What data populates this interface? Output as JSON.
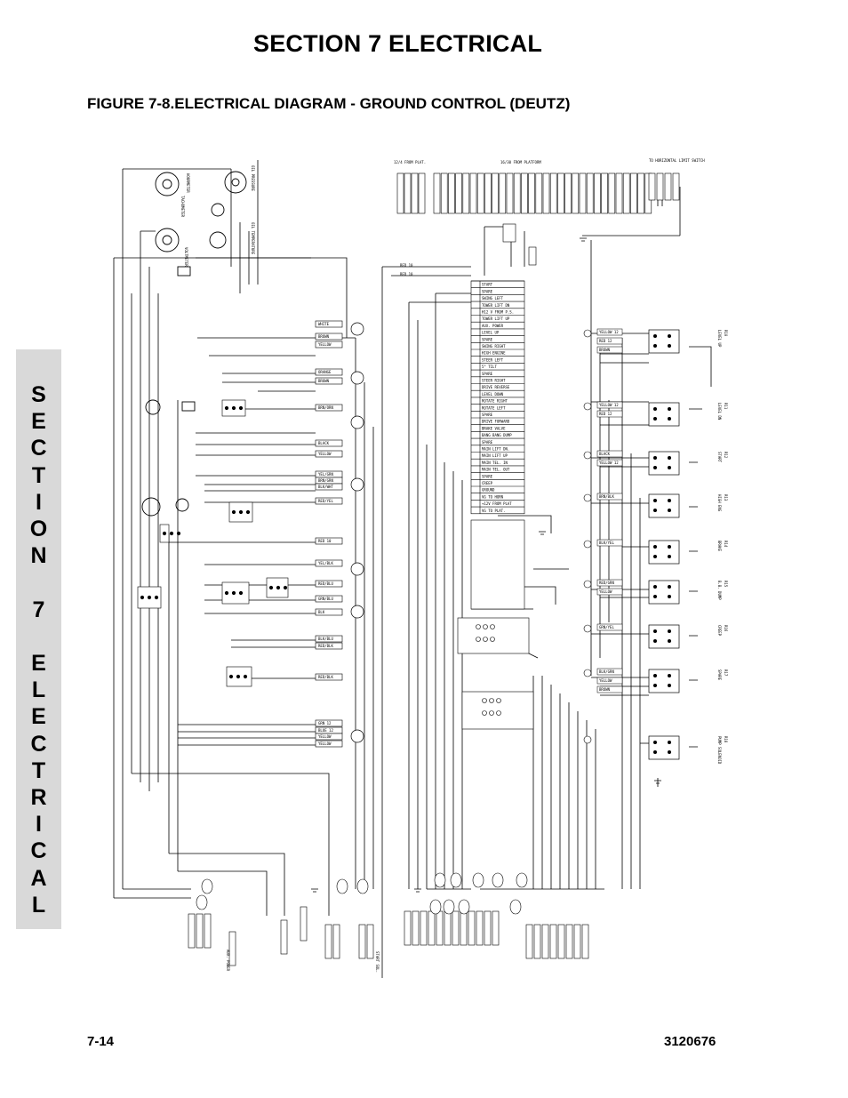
{
  "header": {
    "section_title": "SECTION 7    ELECTRICAL",
    "figure_title": "FIGURE 7-8.ELECTRICAL DIAGRAM - GROUND CONTROL (DEUTZ)"
  },
  "side_tab": {
    "letters": [
      "S",
      "E",
      "C",
      "T",
      "I",
      "O",
      "N",
      "",
      "7",
      "",
      "E",
      "L",
      "E",
      "C",
      "T",
      "R",
      "I",
      "C",
      "A",
      "L"
    ]
  },
  "footer": {
    "page_number": "7-14",
    "document_number": "3120676"
  },
  "diagram": {
    "top_left_labels": {
      "twelve_four_from_plat": "12/4 FROM PLAT.",
      "sixteen_thirty_from_platform": "16/30 FROM PLATFORM",
      "to_horizontal_limit_switch": "TO HORIZONTAL LIMIT SWITCH"
    },
    "terminal_strip": [
      "START",
      "SPARE",
      "SWING LEFT",
      "TOWER LIFT DN",
      "H12 V FROM P.S.",
      "TOWER LIFT UP",
      "AUX. POWER",
      "LEVEL UP",
      "SPARE",
      "SWING RIGHT",
      "HIGH ENGINE",
      "STEER LEFT",
      "5° TILT",
      "SPARE",
      "STEER RIGHT",
      "DRIVE REVERSE",
      "LEVEL DOWN",
      "ROTATE RIGHT",
      "ROTATE LEFT",
      "SPARE",
      "DRIVE FORWARD",
      "BRAKE VALVE",
      "BANG BANG DUMP",
      "SPARE",
      "MAIN LIFT DN.",
      "MAIN LIFT UP",
      "MAIN TEL. IN",
      "MAIN TEL. OUT",
      "SPARE",
      "CREEP",
      "GROUND",
      "VG TO HORN",
      "+12V FROM PLAT",
      "VG TO PLAT."
    ],
    "left_wires": [
      "WHITE",
      "BROWN",
      "YELLOW",
      "ORANGE",
      "BROWN",
      "BRN/ORN",
      "BLACK",
      "YELLOW",
      "YEL/GRN",
      "BRN/GRN",
      "BLK/WHT",
      "RED/YEL",
      "RED 10",
      "YEL/BLK",
      "RED/BLU",
      "GRN/BLU",
      "BLK",
      "BLK/BLU",
      "RED/BLK",
      "RED/BLK",
      "GRN 12",
      "BLUE 12",
      "YELLOW",
      "YELLOW"
    ],
    "right_relays": [
      {
        "id": "R10",
        "wires": [
          "YELLOW 12",
          "RED 12",
          "BROWN"
        ],
        "function": "LEVEL UP"
      },
      {
        "id": "R11",
        "wires": [
          "YELLOW 12",
          "RED 12"
        ],
        "function": "LEVEL DN"
      },
      {
        "id": "R12",
        "wires": [
          "BLACK",
          "YELLOW 12"
        ],
        "function": "START"
      },
      {
        "id": "R13",
        "wires": [
          "BRN/BLK"
        ],
        "function": "HIGH ENG"
      },
      {
        "id": "R14",
        "wires": [
          "BLK/YEL"
        ],
        "function": "BRAKE"
      },
      {
        "id": "R15",
        "wires": [
          "RED/GRN",
          "YELLOW"
        ],
        "function": "B.B. DUMP"
      },
      {
        "id": "R16",
        "wires": [
          "GRN/YEL"
        ],
        "function": "CREEP"
      },
      {
        "id": "R17",
        "wires": [
          "BLK/GRN",
          "YELLOW",
          "BROWN"
        ],
        "function": "SPARE"
      },
      {
        "id": "R18",
        "wires": [],
        "function": "PUMP SOLENOID"
      }
    ],
    "gauges": {
      "oil_pressure": "OIL PRESSURE",
      "oil_temperature": "OIL TEMPERATURE",
      "voltmeter": "VOLTMETER",
      "tachometer": "TACHOMETER",
      "hourmeter": "HOURMETER"
    },
    "center_labels": {
      "red_10_a": "RED 10",
      "red_10_b": "RED 10"
    },
    "bottom_labels": {
      "aux_power": "AUX. POWER",
      "start_sol": "START SOL."
    }
  }
}
